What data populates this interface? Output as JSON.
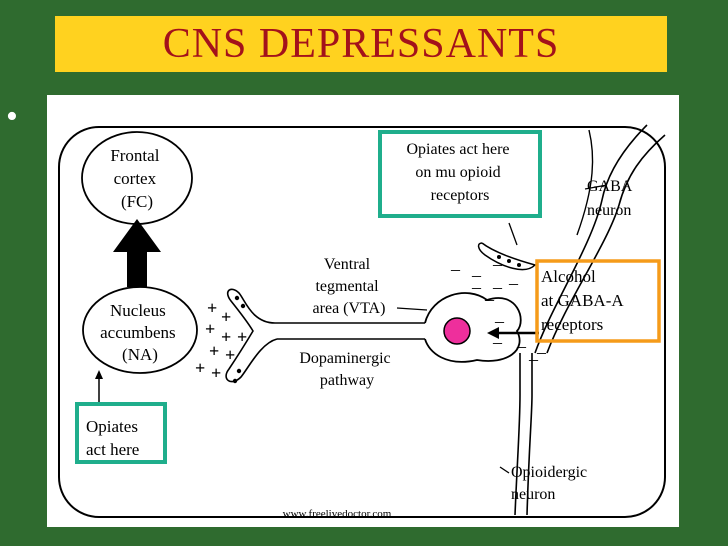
{
  "title": "CNS DEPRESSANTS",
  "bullet": "•",
  "labels": {
    "frontal_cortex": [
      "Frontal",
      "cortex",
      "(FC)"
    ],
    "nucleus_accumbens": [
      "Nucleus",
      "accumbens",
      "(NA)"
    ],
    "opiates_na": [
      "Opiates",
      "act here"
    ],
    "vta": [
      "Ventral",
      "tegmental",
      "area (VTA)"
    ],
    "dopaminergic": [
      "Dopaminergic",
      "pathway"
    ],
    "opiates_mu": [
      "Opiates act here",
      "on mu opioid",
      "receptors"
    ],
    "gaba_neuron": [
      "GABA",
      "neuron"
    ],
    "alcohol": [
      "Alcohol",
      " at GABA-A",
      "receptors"
    ],
    "opioidergic": [
      "Opioidergic",
      "neuron"
    ]
  },
  "watermark": "www.freelivedoctor.com",
  "colors": {
    "background": "#2f6b2f",
    "title_bar": "#ffd21f",
    "title_text": "#a3111b",
    "teal_box": "#1fae8c",
    "orange_box": "#f59b1a",
    "soma_nucleus": "#ee2f9c"
  }
}
